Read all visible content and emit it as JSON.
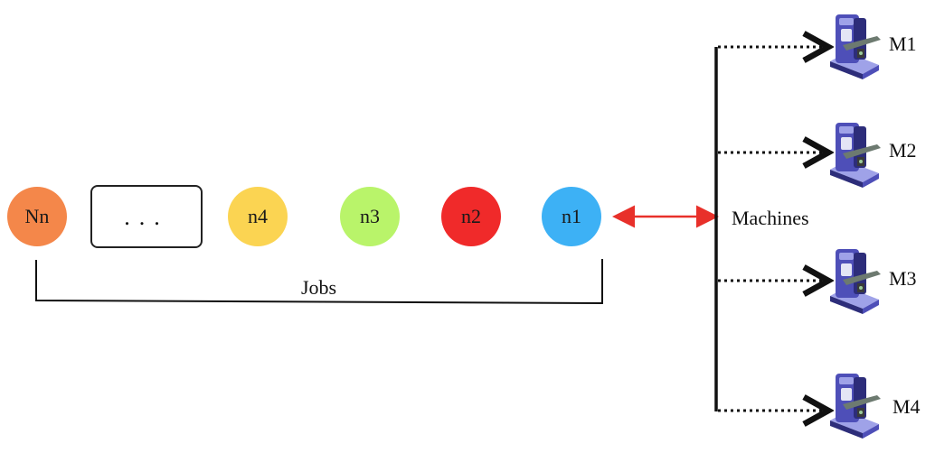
{
  "jobs": [
    {
      "label": "Nn",
      "color": "#f4874a"
    },
    {
      "label": "...",
      "color": "#ffffff"
    },
    {
      "label": "n4",
      "color": "#fbd452"
    },
    {
      "label": "n3",
      "color": "#b9f46a"
    },
    {
      "label": "n2",
      "color": "#f02a2a"
    },
    {
      "label": "n1",
      "color": "#3db1f5"
    }
  ],
  "jobs_label": "Jobs",
  "machines_label": "Machines",
  "machines": [
    {
      "label": "M1"
    },
    {
      "label": "M2"
    },
    {
      "label": "M3"
    },
    {
      "label": "M4"
    }
  ],
  "colors": {
    "arrow": "#e8302a",
    "machine_body": "#4e4fb8",
    "machine_dark": "#2d2d7a",
    "machine_light": "#9fa2e8",
    "line": "#111111"
  },
  "icons": [
    "machine-icon"
  ]
}
